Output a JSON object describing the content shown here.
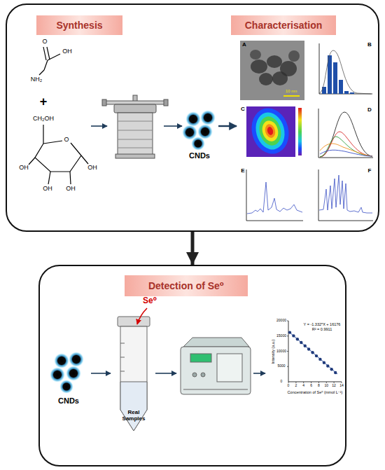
{
  "diagram": {
    "nodes": [
      {
        "text": []
      },
      {
        "text": [
          "Synthesis"
        ],
        "in": 0
      },
      {
        "text": [
          "Characterisation"
        ],
        "in": 0
      },
      {
        "text": []
      },
      {
        "text": [
          "Detection of Se⁰"
        ],
        "in": 3
      }
    ],
    "edges": [
      {
        "from": 0,
        "to": 3,
        "arrow": "to"
      }
    ],
    "labels": [
      "O",
      "OH",
      "NH₂",
      "+",
      "CH₂OH",
      "O",
      "OH",
      "OH",
      "OH",
      "OH",
      "CNDs",
      "A",
      "10 nm",
      "B",
      "C",
      "D",
      "E",
      "F",
      "CNDs",
      "Se⁰",
      "Real Samples",
      "Y = -1.332*X + 16176",
      "R² = 0.9911",
      "Intensity (a.u.)",
      "Concentration of Se⁰ (mmol L⁻¹)",
      "20000",
      "15000",
      "10000",
      "5000",
      "0",
      "0",
      "2",
      "4",
      "6",
      "8",
      "10",
      "12",
      "14"
    ]
  }
}
